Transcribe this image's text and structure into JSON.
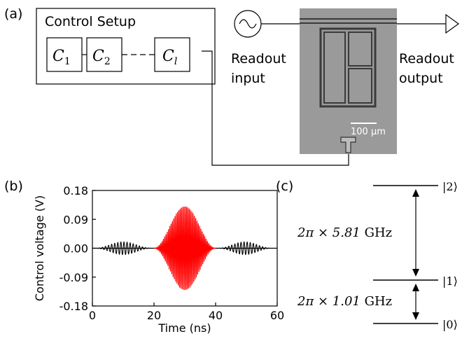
{
  "panel_labels": {
    "a": "(a)",
    "b": "(b)",
    "c": "(c)"
  },
  "control_setup": {
    "title": "Control Setup",
    "blocks": [
      {
        "base": "C",
        "sub": "1"
      },
      {
        "base": "C",
        "sub": "2"
      },
      {
        "base": "C",
        "sub": "l"
      }
    ]
  },
  "readout": {
    "input_line1": "Readout",
    "input_line2": "input",
    "output_line1": "Readout",
    "output_line2": "output"
  },
  "micrograph": {
    "scalebar_label": "100 µm"
  },
  "chart_data": {
    "type": "line",
    "title": "",
    "xlabel": "Time (ns)",
    "ylabel": "Control voltage (V)",
    "xlim": [
      0,
      60
    ],
    "ylim": [
      -0.18,
      0.18
    ],
    "x_ticks": [
      "0",
      "20",
      "40",
      "60"
    ],
    "y_ticks": [
      "0.18",
      "0.09",
      "0.00",
      "-0.09",
      "-0.18"
    ],
    "series": [
      {
        "start": 1,
        "end": 19,
        "amplitude": 0.02,
        "period": 1.0,
        "color": "#000000"
      },
      {
        "start": 20,
        "end": 40,
        "amplitude": 0.13,
        "period": 0.42,
        "color": "#ff0000"
      },
      {
        "start": 41,
        "end": 58,
        "amplitude": 0.02,
        "period": 1.0,
        "color": "#000000"
      }
    ]
  },
  "energy_levels": {
    "levels": [
      "|2⟩",
      "|1⟩",
      "|0⟩"
    ],
    "transitions": [
      {
        "prefix": "2π × 5.81 ",
        "unit": "GHz"
      },
      {
        "prefix": "2π × 1.01 ",
        "unit": "GHz"
      }
    ]
  }
}
